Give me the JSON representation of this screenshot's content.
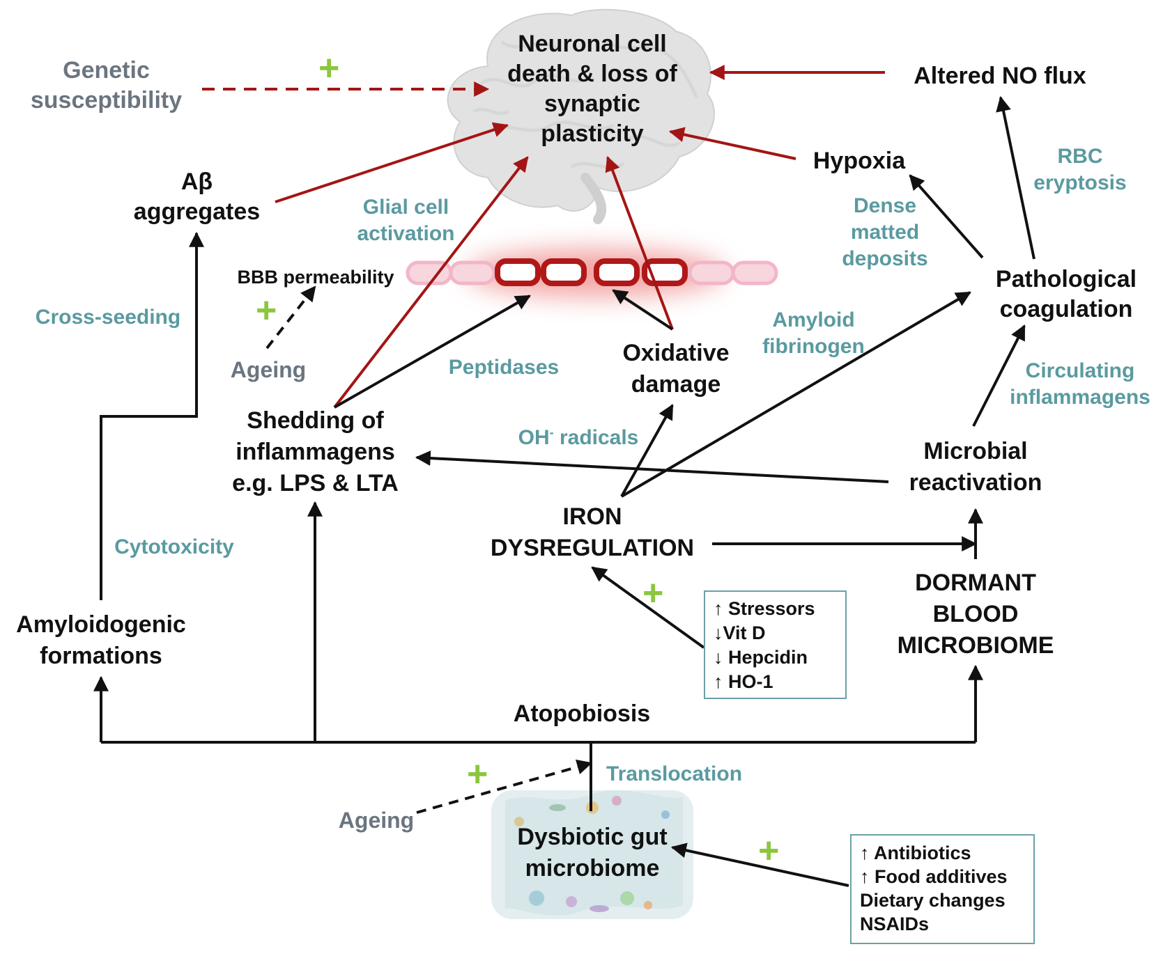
{
  "nodes": {
    "neuronal_death": [
      "Neuronal cell",
      "death & loss of",
      "synaptic",
      "plasticity"
    ],
    "genetic": [
      "Genetic",
      "susceptibility"
    ],
    "altered_no": "Altered NO flux",
    "abeta": [
      "Aβ",
      "aggregates"
    ],
    "hypoxia": "Hypoxia",
    "pathological_coag": [
      "Pathological",
      "coagulation"
    ],
    "bbb": "BBB permeability",
    "oxidative": [
      "Oxidative",
      "damage"
    ],
    "shedding": [
      "Shedding of",
      "inflammagens",
      "e.g. LPS & LTA"
    ],
    "microbial": [
      "Microbial",
      "reactivation"
    ],
    "iron": [
      "IRON",
      "DYSREGULATION"
    ],
    "dormant": [
      "DORMANT",
      "BLOOD",
      "MICROBIOME"
    ],
    "amyloidogenic": [
      "Amyloidogenic",
      "formations"
    ],
    "atopobiosis": "Atopobiosis",
    "dysbiotic": [
      "Dysbiotic gut",
      "microbiome"
    ]
  },
  "labels": {
    "glial": [
      "Glial cell",
      "activation"
    ],
    "rbc": [
      "RBC",
      "eryptosis"
    ],
    "dense": [
      "Dense",
      "matted",
      "deposits"
    ],
    "cross_seeding": "Cross-seeding",
    "ageing_top": "Ageing",
    "peptidases": "Peptidases",
    "amyloid_fib": [
      "Amyloid",
      "fibrinogen"
    ],
    "circulating": [
      "Circulating",
      "inflammagens"
    ],
    "oh_radicals": "OH",
    "oh_radicals_sup": "-",
    "oh_radicals_rest": " radicals",
    "cytotoxicity": "Cytotoxicity",
    "translocation": "Translocation",
    "ageing_bottom": "Ageing"
  },
  "plus_sign": "+",
  "boxes": {
    "iron_factors": [
      "↑ Stressors",
      "↓Vit D",
      "↓ Hepcidin",
      "↑ HO-1"
    ],
    "gut_factors": [
      "↑ Antibiotics",
      "↑ Food additives",
      "Dietary changes",
      "NSAIDs"
    ]
  },
  "colors": {
    "black_arrow": "#111111",
    "red_arrow": "#a31515",
    "teal_text": "#5a9aa0",
    "gray_text": "#6b7580",
    "plus_green": "#8cc63f",
    "box_border": "#6aa0a5",
    "brain_gray": "#e2e2e2",
    "vessel_pink": "#f2b6c8",
    "vessel_dark_red": "#b01818"
  },
  "icons": [
    "brain-icon",
    "blood-vessel-icon",
    "gut-icon"
  ]
}
